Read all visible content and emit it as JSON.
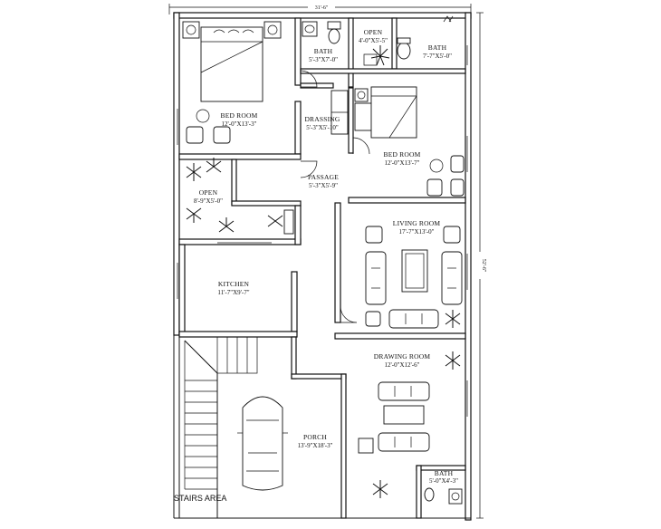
{
  "plot": {
    "width_label": "31'-6\"",
    "depth_label": "52'-6\""
  },
  "rooms": {
    "bed_room_1": {
      "name": "BED ROOM",
      "dims": "12'-0\"X13'-3\""
    },
    "bath_1": {
      "name": "BATH",
      "dims": "5'-3\"X7'-0\""
    },
    "open_1": {
      "name": "OPEN",
      "dims": "4'-0\"X5'-5\""
    },
    "bath_2": {
      "name": "BATH",
      "dims": "7'-7\"X5'-0\""
    },
    "dressing": {
      "name": "DRASSING",
      "dims": "5'-3\"X5'-10\""
    },
    "bed_room_2": {
      "name": "BED ROOM",
      "dims": "12'-0\"X13'-7\""
    },
    "open_2": {
      "name": "OPEN",
      "dims": "8'-9\"X5'-0\""
    },
    "passage": {
      "name": "PASSAGE",
      "dims": "5'-3\"X5'-9\""
    },
    "living_room": {
      "name": "LIVING ROOM",
      "dims": "17'-7\"X13'-0\""
    },
    "kitchen": {
      "name": "KITCHEN",
      "dims": "11'-7\"X9'-7\""
    },
    "drawing_room": {
      "name": "DRAWING ROOM",
      "dims": "12'-0\"X12'-6\""
    },
    "porch": {
      "name": "PORCH",
      "dims": "13'-9\"X18'-3\""
    },
    "bath_3": {
      "name": "BATH",
      "dims": "5'-0\"X4'-3\""
    },
    "stairs": {
      "name": "STAIRS AREA"
    }
  }
}
